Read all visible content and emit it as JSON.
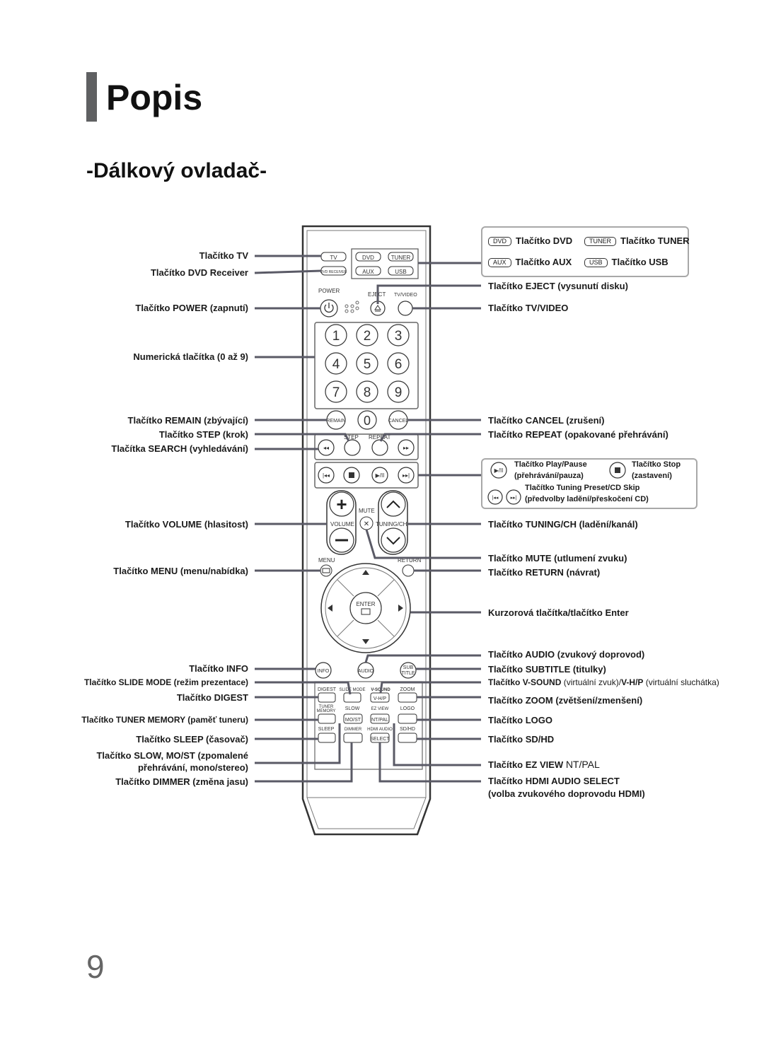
{
  "page": {
    "title": "Popis",
    "subtitle": "-Dálkový ovladač-",
    "page_number": "9"
  },
  "left_labels": {
    "tv": "Tlačítko TV",
    "dvd_receiver": "Tlačítko DVD Receiver",
    "power": "Tlačítko POWER (zapnutí)",
    "numeric": "Numerická tlačítka (0 až 9)",
    "remain": "Tlačítko REMAIN (zbývající)",
    "step": "Tlačítko STEP (krok)",
    "search": "Tlačítka SEARCH (vyhledávání)",
    "volume": "Tlačítko VOLUME (hlasitost)",
    "menu": "Tlačítko MENU (menu/nabídka)",
    "info": "Tlačítko INFO",
    "slide_mode": "Tlačítko SLIDE MODE (režim prezentace)",
    "digest": "Tlačítko DIGEST",
    "tuner_memory": "Tlačítko TUNER MEMORY (paměť tuneru)",
    "sleep": "Tlačítko SLEEP (časovač)",
    "slow_1": "Tlačítko SLOW, MO/ST (zpomalené",
    "slow_2": "přehrávání, mono/stereo)",
    "dimmer": "Tlačítko DIMMER (změna jasu)"
  },
  "right_labels": {
    "dvd": "Tlačítko DVD",
    "tuner": "Tlačítko TUNER",
    "aux": "Tlačítko AUX",
    "usb": "Tlačítko USB",
    "eject": "Tlačítko EJECT (vysunutí disku)",
    "tv_video": "Tlačítko TV/VIDEO",
    "cancel": "Tlačítko CANCEL (zrušení)",
    "repeat": "Tlačítko REPEAT (opakované přehrávání)",
    "play_pause_1": "Tlačítko Play/Pause",
    "play_pause_2": "(přehrávání/pauza)",
    "stop_1": "Tlačítko Stop",
    "stop_2": "(zastavení)",
    "tuning_preset_1": "Tlačítko Tuning Preset/CD Skip",
    "tuning_preset_2": "(předvolby ladění/přeskočení CD)",
    "tuning_ch": "Tlačítko TUNING/CH (ladění/kanál)",
    "mute": "Tlačítko MUTE (utlumení zvuku)",
    "return": "Tlačítko RETURN (návrat)",
    "cursor": "Kurzorová tlačítka/tlačítko Enter",
    "audio": "Tlačítko AUDIO (zvukový doprovod)",
    "subtitle": "Tlačítko SUBTITLE (titulky)",
    "vsound_a": "Tlačítko ",
    "vsound_b": "V-SOUND",
    "vsound_c": " (virtuální zvuk)/",
    "vsound_d": "V-H/P",
    "vsound_e": " (virtuální sluchátka)",
    "zoom": "Tlačítko ZOOM (zvětšení/zmenšení)",
    "logo": "Tlačítko LOGO",
    "sd_hd": "Tlačítko SD/HD",
    "ez_view_a": "Tlačítko EZ VIEW",
    "ez_view_b": "NT/PAL",
    "hdmi_1": "Tlačítko HDMI AUDIO SELECT",
    "hdmi_2": "(volba zvukového doprovodu HDMI)"
  },
  "tags": {
    "dvd": "DVD",
    "tuner": "TUNER",
    "aux": "AUX",
    "usb": "USB"
  },
  "remote": {
    "tv": "TV",
    "dvd": "DVD",
    "tuner": "TUNER",
    "dvd_receiver": "DVD RECEIVER",
    "aux": "AUX",
    "usb": "USB",
    "power": "POWER",
    "eject": "EJECT",
    "tv_video": "TV/VIDEO",
    "digits": [
      "1",
      "2",
      "3",
      "4",
      "5",
      "6",
      "7",
      "8",
      "9",
      "0"
    ],
    "remain": "REMAIN",
    "cancel": "CANCEL",
    "step": "STEP",
    "repeat": "REPEAT",
    "mute": "MUTE",
    "volume": "VOLUME",
    "tuning_ch": "TUNING/CH",
    "menu": "MENU",
    "return": "RETURN",
    "enter": "ENTER",
    "info": "INFO",
    "audio": "AUDIO",
    "sub_title_1": "SUB",
    "sub_title_2": "TITLE",
    "digest": "DIGEST",
    "slide_mode": "SLIDE MODE",
    "v_sound": "V-SOUND",
    "zoom": "ZOOM",
    "v_hp": "V-H/P",
    "tuner_memory_1": "TUNER",
    "tuner_memory_2": "MEMORY",
    "slow": "SLOW",
    "ez_view": "EZ VIEW",
    "logo": "LOGO",
    "mo_st": "MO/ST",
    "nt_pal": "NT/PAL",
    "sleep": "SLEEP",
    "dimmer": "DIMMER",
    "hdmi_audio": "HDMI AUDIO",
    "sd_hd": "SD/HD",
    "select": "SELECT"
  }
}
